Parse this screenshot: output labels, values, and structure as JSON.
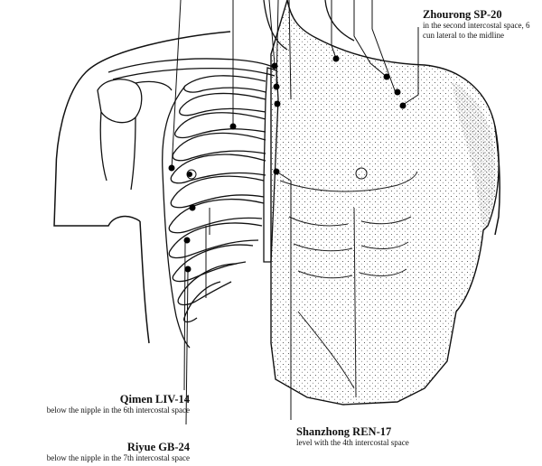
{
  "labels": {
    "zhourong": {
      "name": "Zhourong SP-20",
      "desc": "in the second intercostal space, 6 cun lateral to the midline"
    },
    "qimen": {
      "name": "Qimen LIV-14",
      "desc": "below the nipple in the 6th intercostal space"
    },
    "riyue": {
      "name": "Riyue GB-24",
      "desc": "below the nipple in the 7th intercostal space"
    },
    "shanzhong": {
      "name": "Shanzhong REN-17",
      "desc": "level with the 4th intercostal space"
    }
  },
  "colors": {
    "ink": "#111111",
    "point": "#000000",
    "background": "#ffffff"
  }
}
